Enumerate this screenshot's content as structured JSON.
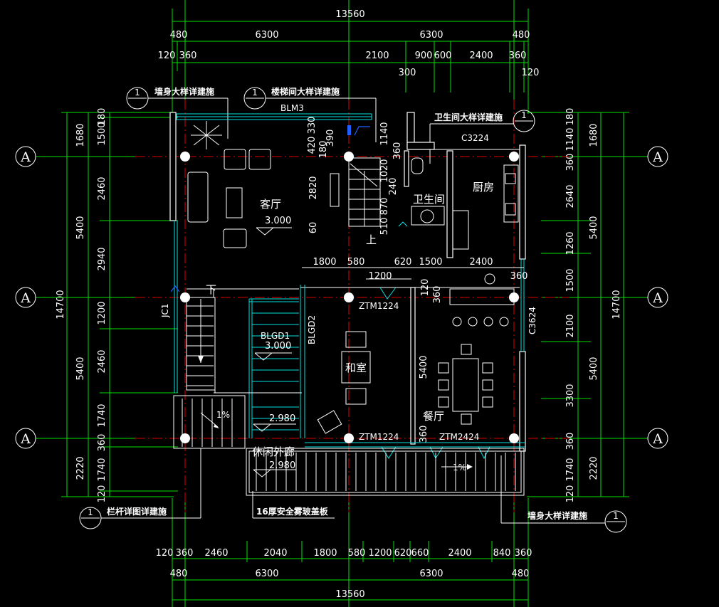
{
  "dimensions": {
    "top_total": "13560",
    "top_row1": [
      "480",
      "6300",
      "6300",
      "480"
    ],
    "top_row2": [
      "120",
      "360",
      "2100",
      "900",
      "600",
      "2400",
      "360"
    ],
    "top_row2_sub": [
      "300",
      "120"
    ],
    "bottom_row1": [
      "120",
      "360",
      "2460",
      "2040",
      "1800",
      "580",
      "1200",
      "620",
      "660",
      "2400",
      "840",
      "360"
    ],
    "bottom_row2": [
      "480",
      "6300",
      "6300",
      "480"
    ],
    "bottom_total": "13560",
    "left_total": "14700",
    "left_row1": [
      "1680",
      "5400",
      "5400",
      "2220"
    ],
    "left_row2": [
      "1500",
      "180",
      "2460",
      "2940",
      "1200",
      "2460",
      "1740",
      "360",
      "1740",
      "120"
    ],
    "right_total": "14700",
    "right_row1": [
      "1680",
      "5400",
      "5400",
      "2220"
    ],
    "right_row2": [
      "180",
      "1140",
      "360",
      "2640",
      "1260",
      "1500",
      "2100",
      "3300",
      "360",
      "1740",
      "120"
    ],
    "inner": [
      "1800",
      "580",
      "620",
      "1500",
      "2400",
      "1200",
      "360",
      "120",
      "360",
      "5400",
      "360",
      "2820",
      "60",
      "420",
      "1140",
      "1020",
      "870",
      "510",
      "240",
      "360",
      "180",
      "390",
      "330"
    ]
  },
  "axis_labels": {
    "grid": "A",
    "section": "1"
  },
  "notes": {
    "wall_detail_top": "墙身大样详建施",
    "stair_detail": "楼梯间大样详建施",
    "toilet_detail": "卫生间大样详建施",
    "railing_detail": "栏杆详图详建施",
    "glass_cover": "16厚安全雾玻盖板",
    "wall_detail_bottom": "墙身大样详建施"
  },
  "rooms": {
    "living": "客厅",
    "toilet": "卫生间",
    "kitchen": "厨房",
    "tatami": "和室",
    "dining": "餐厅",
    "veranda": "休闲外廊"
  },
  "levels": {
    "living": "3.000",
    "bay": "3.000",
    "step": "2.980",
    "veranda": "2.980"
  },
  "tags": {
    "blm3": "BLM3",
    "c3224": "C3224",
    "c3624": "C3624",
    "jc1": "JC1",
    "blgd1": "BLGD1",
    "blgd2": "BLGD2",
    "ztm_top": "ZTM1224",
    "ztm_bottom": "ZTM1224",
    "ztm2424": "ZTM2424",
    "up": "上",
    "down": "下",
    "slope": "1%"
  }
}
